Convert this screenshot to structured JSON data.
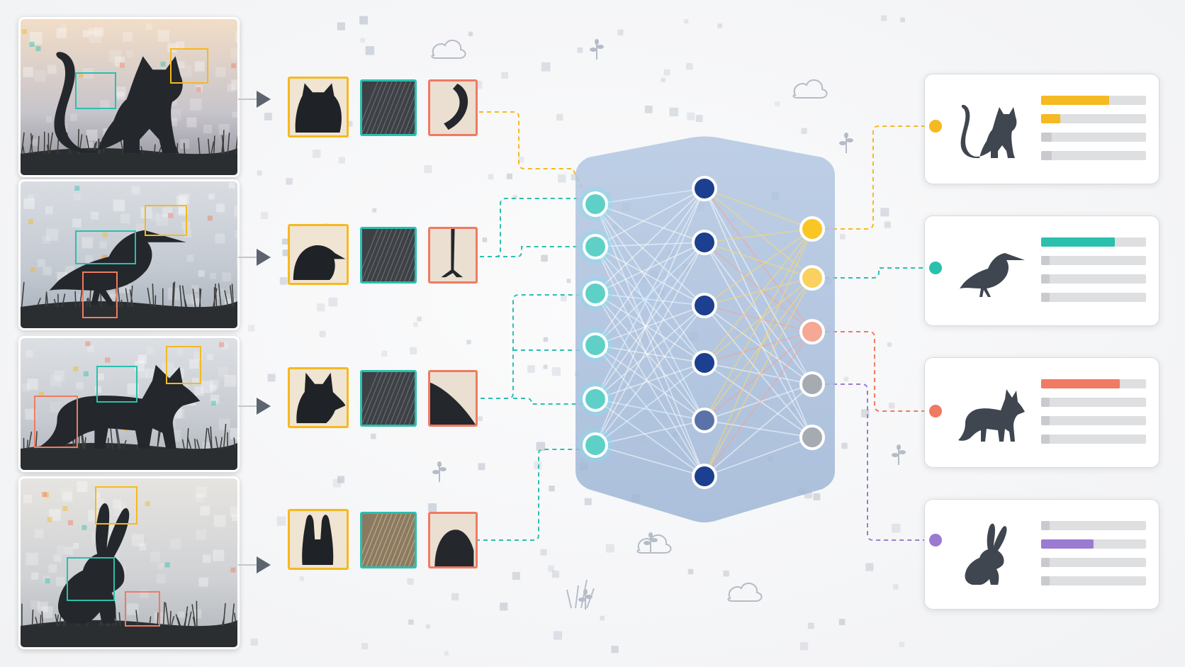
{
  "colors": {
    "yellow": "#f5b921",
    "teal": "#2bbfae",
    "coral": "#f07a62",
    "purple": "#9b7bd1",
    "navy": "#1c3f8f",
    "network_bg": "#a9bfdc",
    "silhouette": "#3f4650"
  },
  "inputs": [
    {
      "animal": "cat",
      "icon": "cat-icon",
      "crops": [
        "head",
        "fur",
        "tail"
      ]
    },
    {
      "animal": "bird",
      "icon": "bird-icon",
      "crops": [
        "head",
        "wing",
        "leg"
      ]
    },
    {
      "animal": "fox",
      "icon": "fox-icon",
      "crops": [
        "head",
        "fur",
        "tail"
      ]
    },
    {
      "animal": "rabbit",
      "icon": "rabbit-icon",
      "crops": [
        "ears",
        "fur",
        "paw"
      ]
    }
  ],
  "network": {
    "layers": [
      6,
      6,
      5
    ],
    "input_color": "teal",
    "hidden_color": "navy",
    "output_colors": [
      "yellow",
      "yellow",
      "coral",
      "gray",
      "gray"
    ]
  },
  "outputs": [
    {
      "class": "cat",
      "icon": "cat-icon",
      "color": "yellow",
      "scores": [
        0.65,
        0.18,
        0.1,
        0.1
      ]
    },
    {
      "class": "bird",
      "icon": "bird-icon",
      "color": "teal",
      "scores": [
        0.7,
        0.08,
        0.08,
        0.08
      ]
    },
    {
      "class": "fox",
      "icon": "fox-icon",
      "color": "coral",
      "scores": [
        0.75,
        0.08,
        0.08,
        0.08
      ]
    },
    {
      "class": "rabbit",
      "icon": "rabbit-icon",
      "color": "purple",
      "scores": [
        0.08,
        0.5,
        0.08,
        0.08
      ]
    }
  ]
}
